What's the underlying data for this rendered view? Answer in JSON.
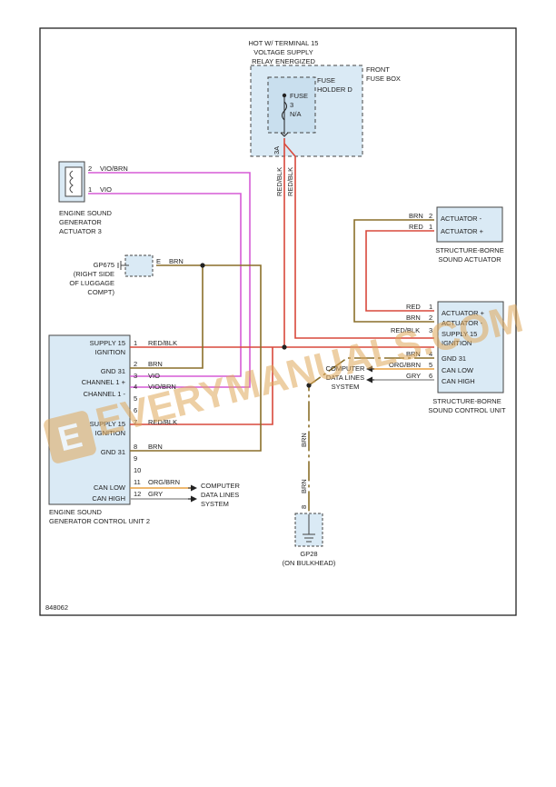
{
  "hot_label": [
    "HOT W/ TERMINAL 15",
    "VOLTAGE SUPPLY",
    "RELAY ENERGIZED"
  ],
  "front_fuse_box": [
    "FRONT",
    "FUSE BOX"
  ],
  "fuse_holder": [
    "FUSE",
    "HOLDER D"
  ],
  "fuse": [
    "FUSE",
    "3",
    "N/A"
  ],
  "fuse_rating": "3A",
  "wire_redblk": "RED/BLK",
  "esg_actuator": {
    "pins": [
      "2",
      "1"
    ],
    "wires": [
      "VIO/BRN",
      "VIO"
    ],
    "label": [
      "ENGINE SOUND",
      "GENERATOR",
      "ACTUATOR 3"
    ]
  },
  "gp675": {
    "label": [
      "GP675",
      "(RIGHT SIDE",
      "OF LUGGAGE",
      "COMPT)"
    ],
    "pin": "E",
    "wire": "BRN"
  },
  "actuator": {
    "pins": [
      "2",
      "1"
    ],
    "wires": [
      "BRN",
      "RED"
    ],
    "terminals": [
      "ACTUATOR -",
      "ACTUATOR +"
    ],
    "label": [
      "STRUCTURE-BORNE",
      "SOUND ACTUATOR"
    ]
  },
  "sbs_control": {
    "pins": [
      "1",
      "2",
      "3",
      "4",
      "5",
      "6"
    ],
    "wires": [
      "RED",
      "BRN",
      "RED/BLK",
      "BRN",
      "ORG/BRN",
      "GRY"
    ],
    "terminals": [
      "ACTUATOR +",
      "ACTUATOR -",
      "SUPPLY 15",
      "IGNITION",
      "GND 31",
      "CAN LOW",
      "CAN HIGH"
    ],
    "label": [
      "STRUCTURE-BORNE",
      "SOUND CONTROL UNIT"
    ]
  },
  "computer_data": [
    "COMPUTER",
    "DATA LINES",
    "SYSTEM"
  ],
  "esg_control": {
    "terminals": [
      "SUPPLY 15",
      "IGNITION",
      "GND 31",
      "CHANNEL 1 +",
      "CHANNEL 1 -",
      "SUPPLY 15",
      "IGNITION",
      "GND 31",
      "CAN LOW",
      "CAN HIGH"
    ],
    "pins": [
      "1",
      "2",
      "3",
      "4",
      "5",
      "6",
      "7",
      "8",
      "9",
      "10",
      "11",
      "12"
    ],
    "wires": [
      "RED/BLK",
      "BRN",
      "VIO",
      "VIO/BRN",
      "RED/BLK",
      "BRN",
      "ORG/BRN",
      "GRY"
    ],
    "label": [
      "ENGINE SOUND",
      "GENERATOR CONTROL UNIT 2"
    ]
  },
  "gp28": {
    "wire": "BRN",
    "pin": "8",
    "label": [
      "GP28",
      "(ON BULKHEAD)"
    ]
  },
  "figure_number": "848062",
  "watermark": "EVERYMANUALS.COM",
  "colors": {
    "red": "#d9483b",
    "brown": "#8a6f2a",
    "violet": "#d65bd6",
    "orange": "#e8a040",
    "gray": "#9a9a9a",
    "box_fill": "#daeaf5",
    "watermark": "#e0a85a"
  }
}
